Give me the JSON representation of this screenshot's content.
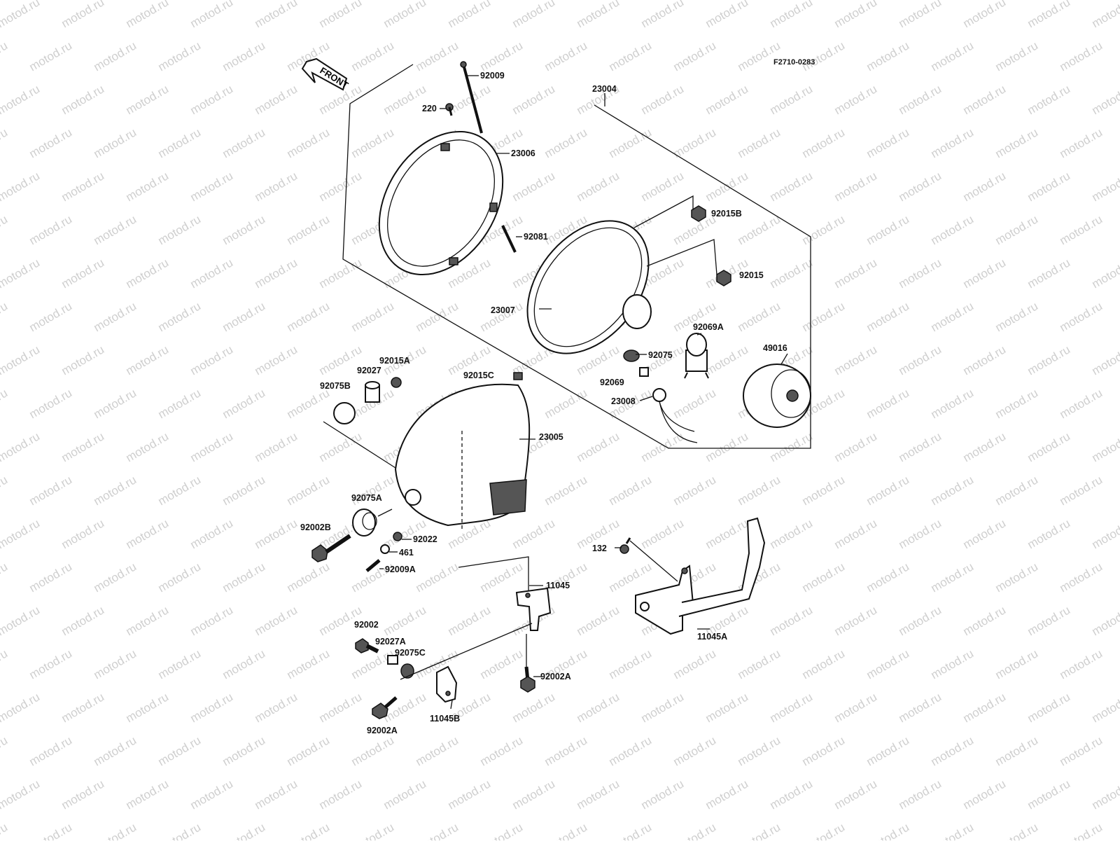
{
  "diagram": {
    "code": "F2710-0283",
    "front_label": "FRONT",
    "watermark": "motod.ru",
    "labels": {
      "p92009": "92009",
      "p23004": "23004",
      "p220": "220",
      "p23006": "23006",
      "p92081": "92081",
      "p92015B": "92015B",
      "p92015": "92015",
      "p23007": "23007",
      "p92069A": "92069A",
      "p49016": "49016",
      "p92075": "92075",
      "p92069": "92069",
      "p23008": "23008",
      "p92015A": "92015A",
      "p92027": "92027",
      "p92075B": "92075B",
      "p92015C": "92015C",
      "p23005": "23005",
      "p92075A": "92075A",
      "p92002B": "92002B",
      "p92022": "92022",
      "p461": "461",
      "p92009A": "92009A",
      "p11045": "11045",
      "p132": "132",
      "p11045A": "11045A",
      "p92002": "92002",
      "p92027A": "92027A",
      "p92075C": "92075C",
      "p92002A_1": "92002A",
      "p92002A_2": "92002A",
      "p11045B": "11045B"
    }
  }
}
